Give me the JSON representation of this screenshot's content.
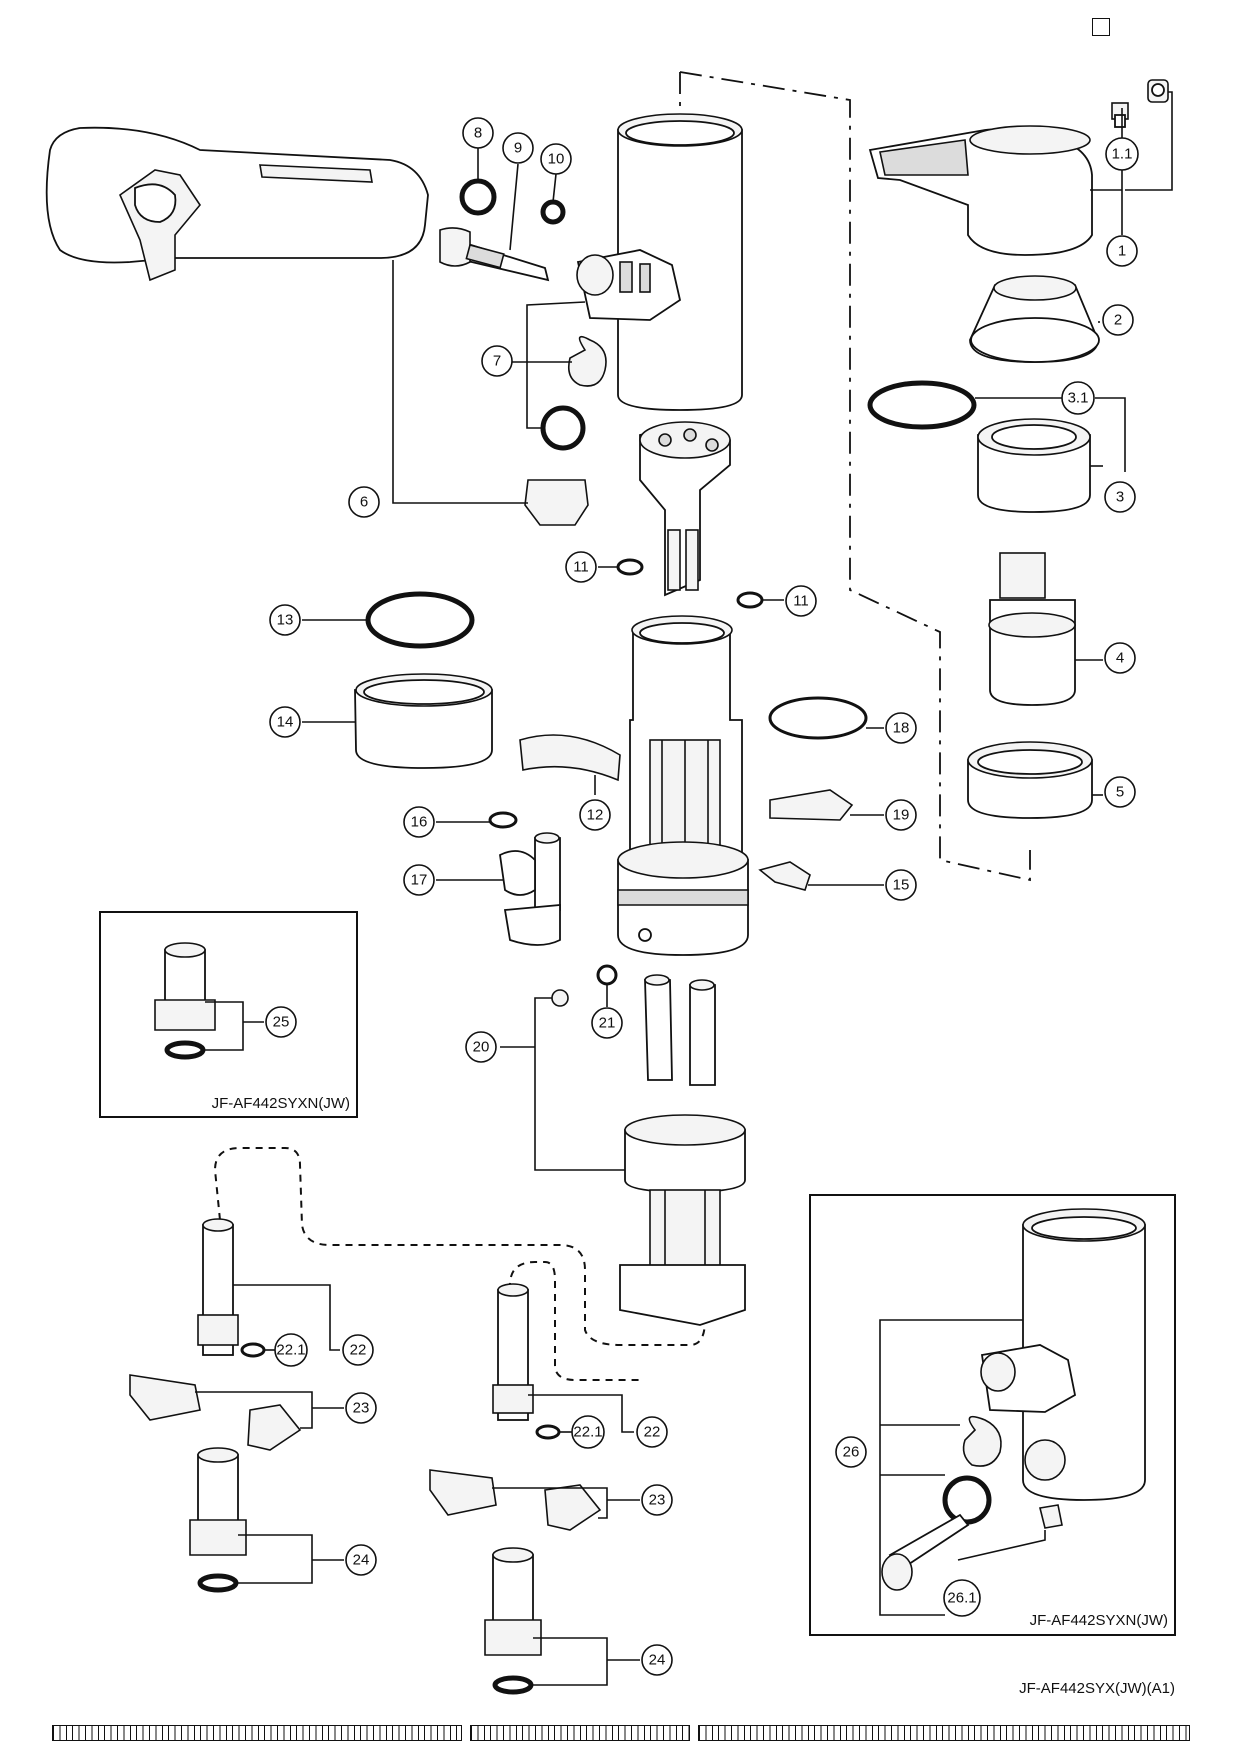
{
  "callouts": [
    {
      "id": "1.1",
      "label": "1.1"
    },
    {
      "id": "1",
      "label": "1"
    },
    {
      "id": "2",
      "label": "2"
    },
    {
      "id": "3.1",
      "label": "3.1"
    },
    {
      "id": "3",
      "label": "3"
    },
    {
      "id": "4",
      "label": "4"
    },
    {
      "id": "5",
      "label": "5"
    },
    {
      "id": "6",
      "label": "6"
    },
    {
      "id": "7",
      "label": "7"
    },
    {
      "id": "8",
      "label": "8"
    },
    {
      "id": "9",
      "label": "9"
    },
    {
      "id": "10",
      "label": "10"
    },
    {
      "id": "11a",
      "label": "11"
    },
    {
      "id": "11b",
      "label": "11"
    },
    {
      "id": "12",
      "label": "12"
    },
    {
      "id": "13",
      "label": "13"
    },
    {
      "id": "14",
      "label": "14"
    },
    {
      "id": "15",
      "label": "15"
    },
    {
      "id": "16",
      "label": "16"
    },
    {
      "id": "17",
      "label": "17"
    },
    {
      "id": "18",
      "label": "18"
    },
    {
      "id": "19",
      "label": "19"
    },
    {
      "id": "20",
      "label": "20"
    },
    {
      "id": "21",
      "label": "21"
    },
    {
      "id": "22a",
      "label": "22"
    },
    {
      "id": "22.1a",
      "label": "22.1"
    },
    {
      "id": "22b",
      "label": "22"
    },
    {
      "id": "22.1b",
      "label": "22.1"
    },
    {
      "id": "23a",
      "label": "23"
    },
    {
      "id": "23b",
      "label": "23"
    },
    {
      "id": "24a",
      "label": "24"
    },
    {
      "id": "24b",
      "label": "24"
    },
    {
      "id": "25",
      "label": "25"
    },
    {
      "id": "26",
      "label": "26"
    },
    {
      "id": "26.1",
      "label": "26.1"
    }
  ],
  "inset_left": {
    "model": "JF-AF442SYXN(JW)"
  },
  "inset_right": {
    "model": "JF-AF442SYXN(JW)"
  },
  "main_model": "JF-AF442SYX(JW)(A1)"
}
